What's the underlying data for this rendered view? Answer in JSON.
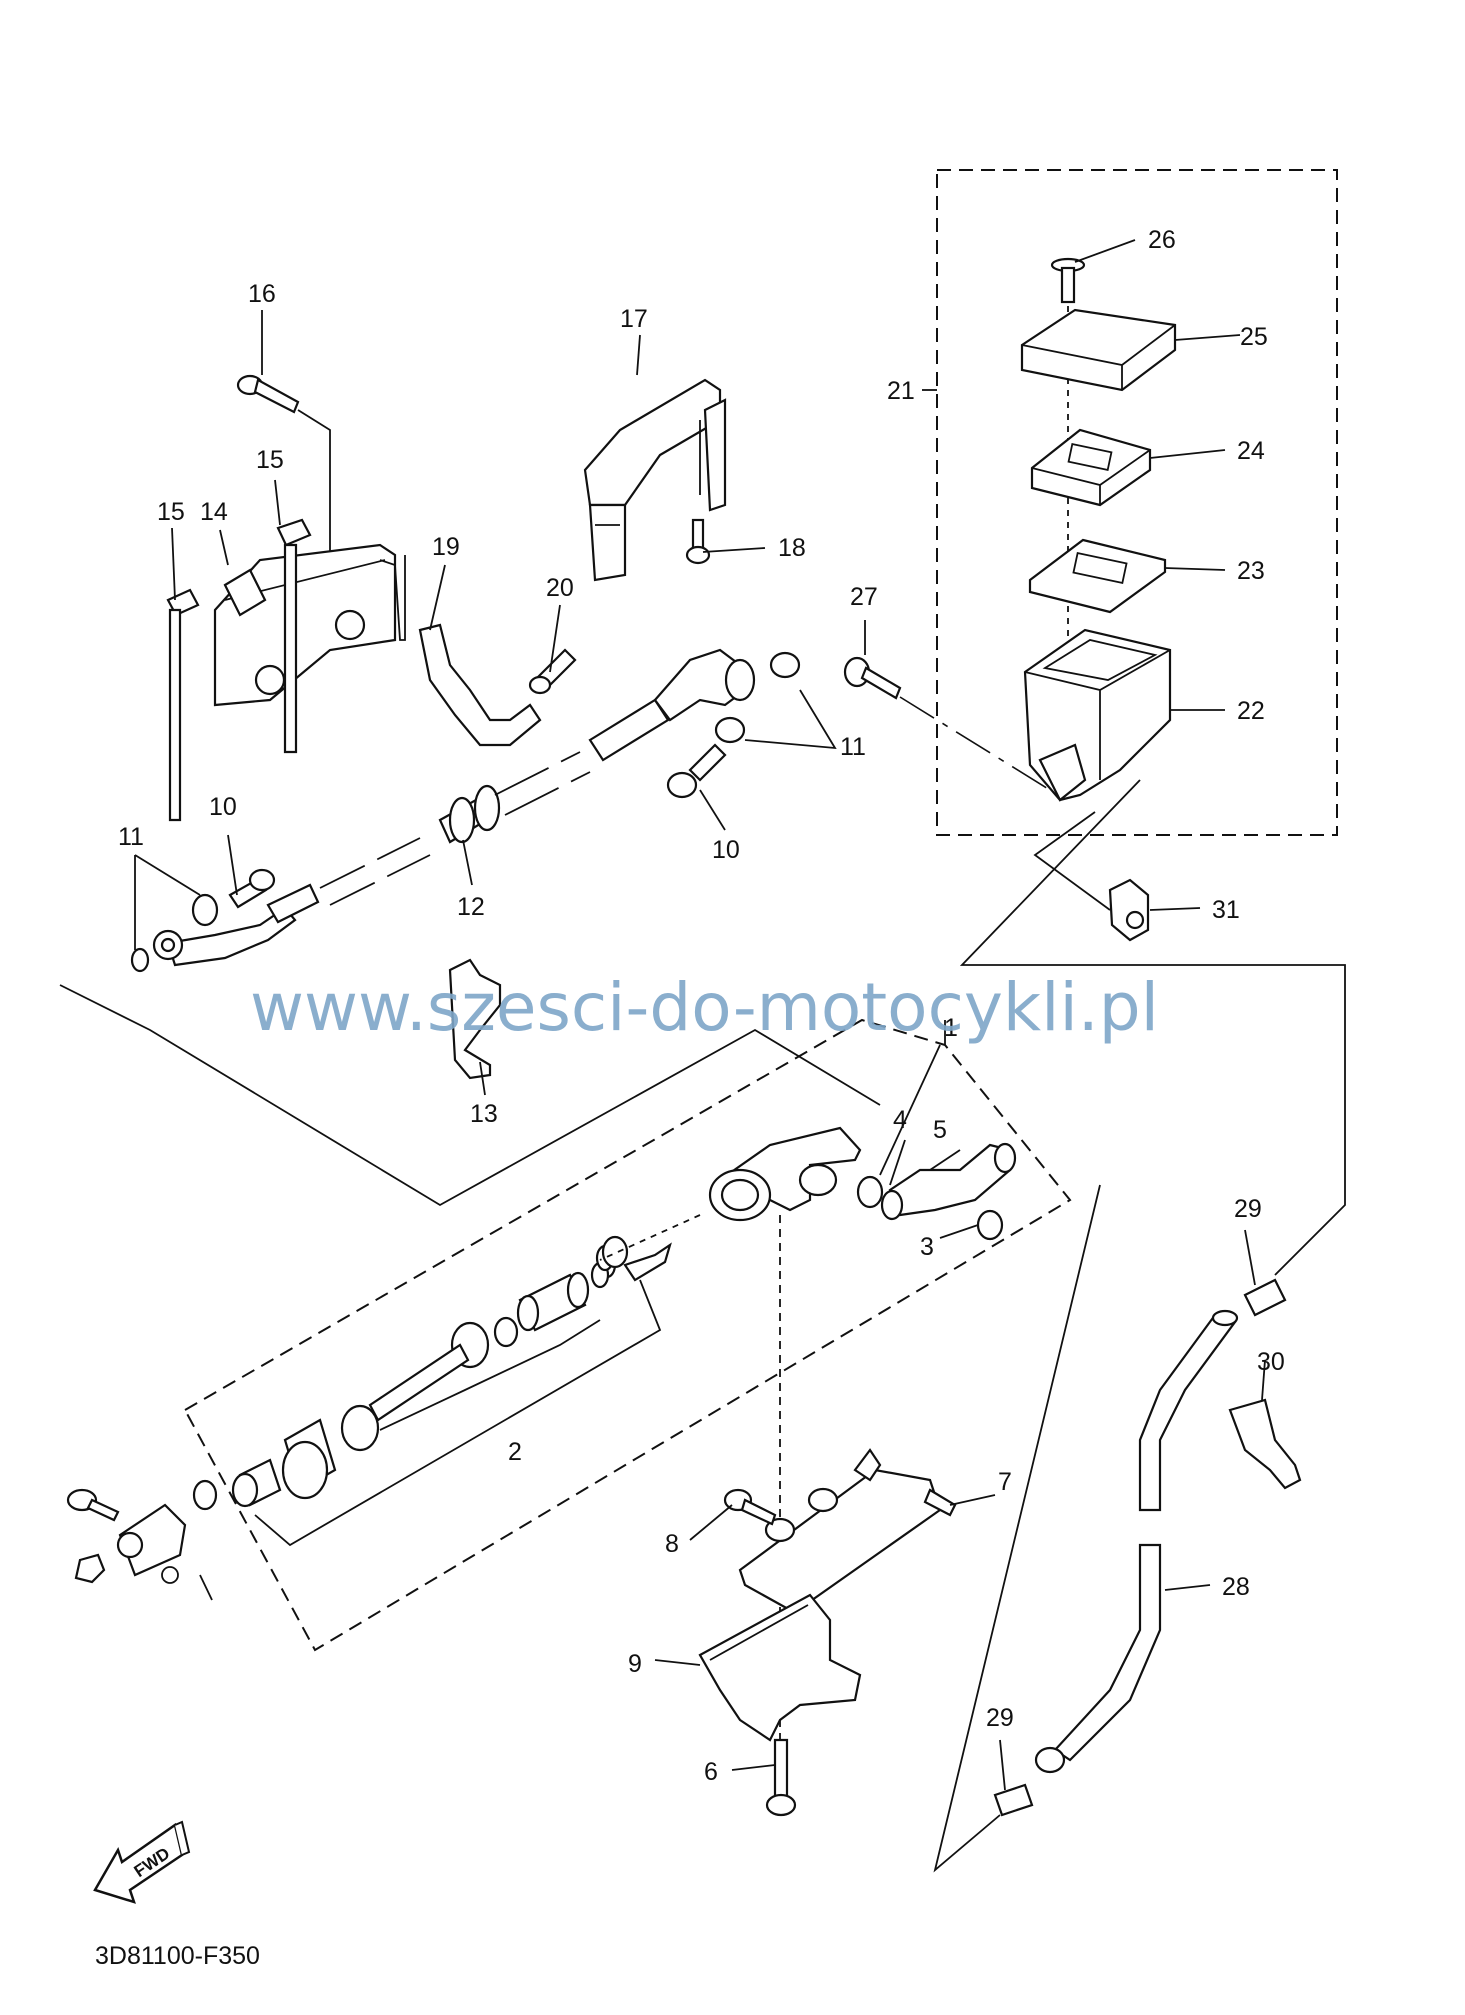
{
  "diagram": {
    "watermark": "www.szesci-do-motocykli.pl",
    "code": "3D81100-F350",
    "fwd_label": "FWD",
    "callouts": {
      "c1": "1",
      "c2": "2",
      "c3": "3",
      "c4": "4",
      "c5": "5",
      "c6": "6",
      "c7": "7",
      "c8": "8",
      "c9": "9",
      "c10a": "10",
      "c10b": "10",
      "c11a": "11",
      "c11b": "11",
      "c12": "12",
      "c13": "13",
      "c14": "14",
      "c15a": "15",
      "c15b": "15",
      "c16": "16",
      "c17": "17",
      "c18": "18",
      "c19": "19",
      "c20": "20",
      "c21": "21",
      "c22": "22",
      "c23": "23",
      "c24": "24",
      "c25": "25",
      "c26": "26",
      "c27": "27",
      "c28": "28",
      "c29a": "29",
      "c29b": "29",
      "c30": "30",
      "c31": "31"
    }
  }
}
